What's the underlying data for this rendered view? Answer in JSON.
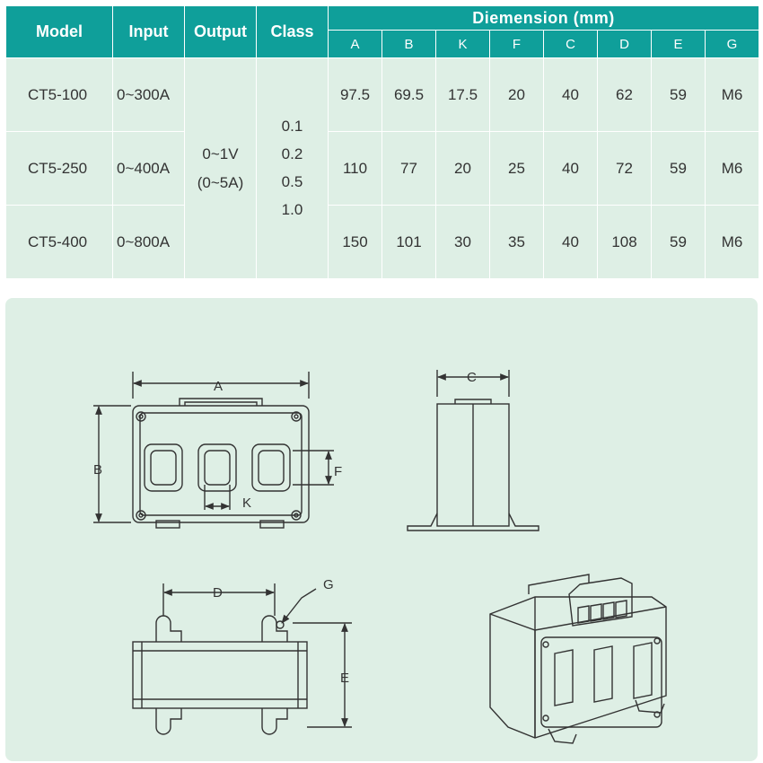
{
  "table": {
    "headers": {
      "model": "Model",
      "input": "Input",
      "output": "Output",
      "class": "Class",
      "dimension": "Diemension (mm)"
    },
    "dimension_columns": [
      "A",
      "B",
      "K",
      "F",
      "C",
      "D",
      "E",
      "G"
    ],
    "rows": [
      {
        "model": "CT5-100",
        "input": "0~300A",
        "dims": [
          "97.5",
          "69.5",
          "17.5",
          "20",
          "40",
          "62",
          "59",
          "M6"
        ]
      },
      {
        "model": "CT5-250",
        "input": "0~400A",
        "dims": [
          "110",
          "77",
          "20",
          "25",
          "40",
          "72",
          "59",
          "M6"
        ]
      },
      {
        "model": "CT5-400",
        "input": "0~800A",
        "dims": [
          "150",
          "101",
          "30",
          "35",
          "40",
          "108",
          "59",
          "M6"
        ]
      }
    ],
    "output_values": [
      "0~1V",
      "(0~5A)"
    ],
    "class_values": [
      "0.1",
      "0.2",
      "0.5",
      "1.0"
    ]
  },
  "drawing": {
    "front_labels": {
      "a": "A",
      "b": "B",
      "f": "F",
      "k": "K"
    },
    "side_labels": {
      "c": "C"
    },
    "bottom_labels": {
      "d": "D",
      "g": "G",
      "e": "E"
    }
  },
  "colors": {
    "header_teal": "#0f9f9a",
    "cell_green": "#deefe5",
    "line_dark": "#333333"
  }
}
